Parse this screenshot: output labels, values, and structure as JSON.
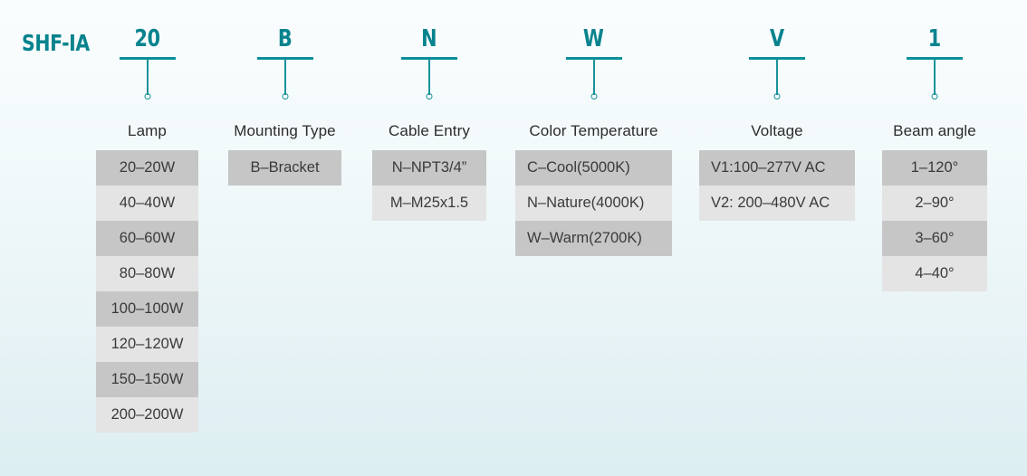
{
  "series": {
    "prefix": "SHF-IA"
  },
  "theme": {
    "accent": "#07838e",
    "row_dark": "#c6c6c6",
    "row_light": "#e4e4e4",
    "text": "#3a3a3a",
    "background_top": "#fafdfe",
    "background_bottom": "#dceef2"
  },
  "columns": [
    {
      "id": "lamp",
      "code": "20",
      "title": "Lamp",
      "align": "center",
      "options": [
        "20–20W",
        "40–40W",
        "60–60W",
        "80–80W",
        "100–100W",
        "120–120W",
        "150–150W",
        "200–200W"
      ]
    },
    {
      "id": "mounting",
      "code": "B",
      "title": "Mounting Type",
      "align": "center",
      "options": [
        "B–Bracket"
      ]
    },
    {
      "id": "cable",
      "code": "N",
      "title": "Cable Entry",
      "align": "center",
      "options": [
        "N–NPT3/4”",
        "M–M25x1.5"
      ]
    },
    {
      "id": "color",
      "code": "W",
      "title": "Color Temperature",
      "align": "left",
      "options": [
        "C–Cool(5000K)",
        "N–Nature(4000K)",
        "W–Warm(2700K)"
      ]
    },
    {
      "id": "voltage",
      "code": "V",
      "title": "Voltage",
      "align": "left",
      "options": [
        "V1:100–277V AC",
        "V2: 200–480V AC"
      ]
    },
    {
      "id": "beam",
      "code": "1",
      "title": "Beam angle",
      "align": "center",
      "options": [
        "1–120°",
        "2–90°",
        "3–60°",
        "4–40°"
      ]
    }
  ]
}
